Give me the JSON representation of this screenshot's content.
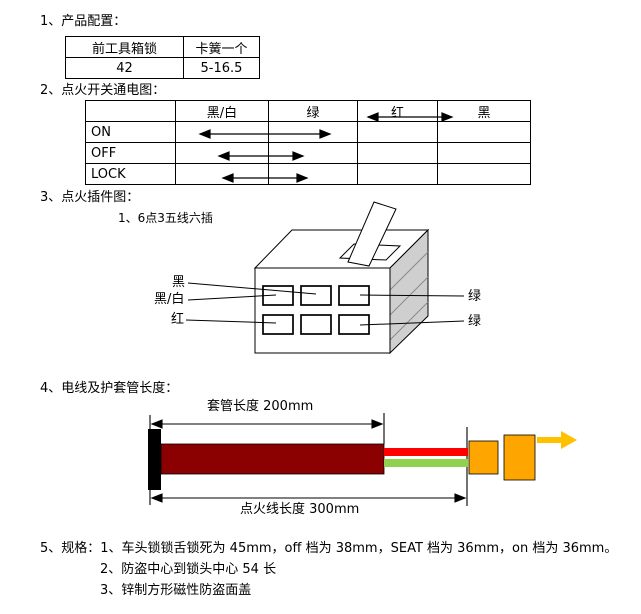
{
  "sections": {
    "s1": {
      "heading": "1、产品配置：",
      "table": {
        "headers": [
          "前工具箱锁",
          "卡簧一个"
        ],
        "row": [
          "42",
          "5-16.5"
        ]
      }
    },
    "s2": {
      "heading": "2、点火开关通电图：",
      "table": {
        "columns": [
          "黑/白",
          "绿",
          "红",
          "黑"
        ],
        "rows": [
          "ON",
          "OFF",
          "LOCK"
        ],
        "arrows": [
          {
            "row": "header",
            "between": [
              "红",
              "黑"
            ]
          },
          {
            "row": "ON",
            "between": [
              "黑/白",
              "绿"
            ]
          },
          {
            "row": "OFF",
            "between": [
              "黑/白",
              "绿"
            ]
          },
          {
            "row": "LOCK",
            "between": [
              "黑/白",
              "绿"
            ]
          }
        ]
      }
    },
    "s3": {
      "heading": "3、点火插件图：",
      "note": "1、6点3五线六插",
      "pin_labels": {
        "left": [
          "黑",
          "黑/白",
          "红"
        ],
        "right": [
          "绿",
          "绿"
        ]
      }
    },
    "s4": {
      "heading": "4、电线及护套管长度：",
      "sheath_length_label": "套管长度 200mm",
      "wire_length_label": "点火线长度 300mm",
      "colors": {
        "cap": "#000000",
        "sheath": "#8b0000",
        "wire_red": "#ff0000",
        "wire_green": "#92d050",
        "connector": "#ffa500",
        "arrow": "#ffc000"
      }
    },
    "s5": {
      "heading": "5、规格：",
      "items": [
        "1、车头锁锁舌锁死为 45mm，off 档为 38mm，SEAT 档为 36mm，on 档为 36mm。",
        "2、防盗中心到锁头中心 54 长",
        "3、锌制方形磁性防盗面盖"
      ]
    }
  }
}
